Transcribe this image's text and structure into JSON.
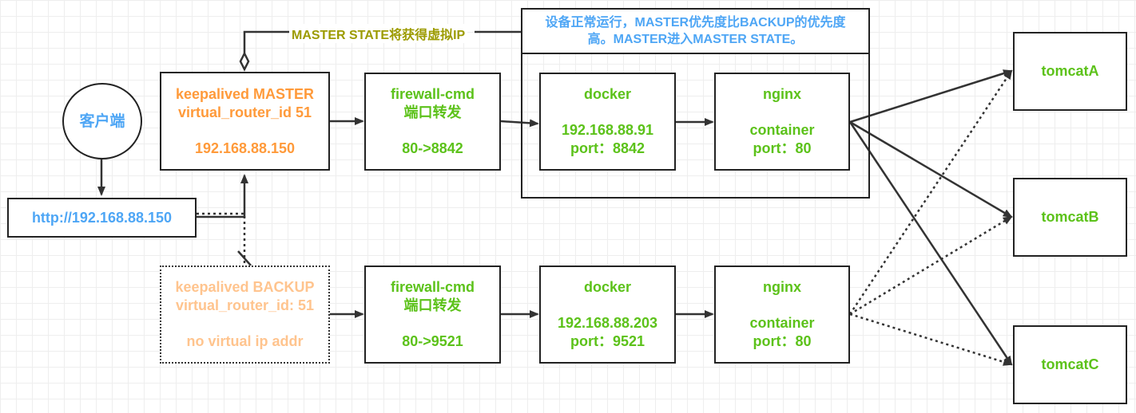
{
  "client": {
    "label": "客户端"
  },
  "url_box": {
    "label": "http://192.168.88.150"
  },
  "master": {
    "line1": "keepalived MASTER",
    "line2": "virtual_router_id 51",
    "line3": "192.168.88.150"
  },
  "backup": {
    "line1": "keepalived BACKUP",
    "line2": "virtual_router_id: 51",
    "line3": "no virtual ip addr"
  },
  "master_state_label": "MASTER STATE将获得虚拟IP",
  "group_note": {
    "line1": "设备正常运行，MASTER优先度比BACKUP的优先度",
    "line2": "高。MASTER进入MASTER STATE。"
  },
  "firewall_top": {
    "line1": "firewall-cmd",
    "line2": "端口转发",
    "line3": "80->8842"
  },
  "firewall_bottom": {
    "line1": "firewall-cmd",
    "line2": "端口转发",
    "line3": "80->9521"
  },
  "docker_top": {
    "line1": "docker",
    "line2": "192.168.88.91",
    "line3": "port：8842"
  },
  "docker_bottom": {
    "line1": "docker",
    "line2": "192.168.88.203",
    "line3": "port：9521"
  },
  "nginx_top": {
    "line1": "nginx",
    "line2": "container",
    "line3": "port：80"
  },
  "nginx_bottom": {
    "line1": "nginx",
    "line2": "container",
    "line3": "port：80"
  },
  "tomcats": [
    "tomcatA",
    "tomcatB",
    "tomcatC"
  ],
  "colors": {
    "green": "#5cc21a",
    "orange": "#ff9a3a",
    "peach": "#ffc48e",
    "blue": "#4ea6f5",
    "olive": "#9c9b00",
    "line": "#333333"
  }
}
